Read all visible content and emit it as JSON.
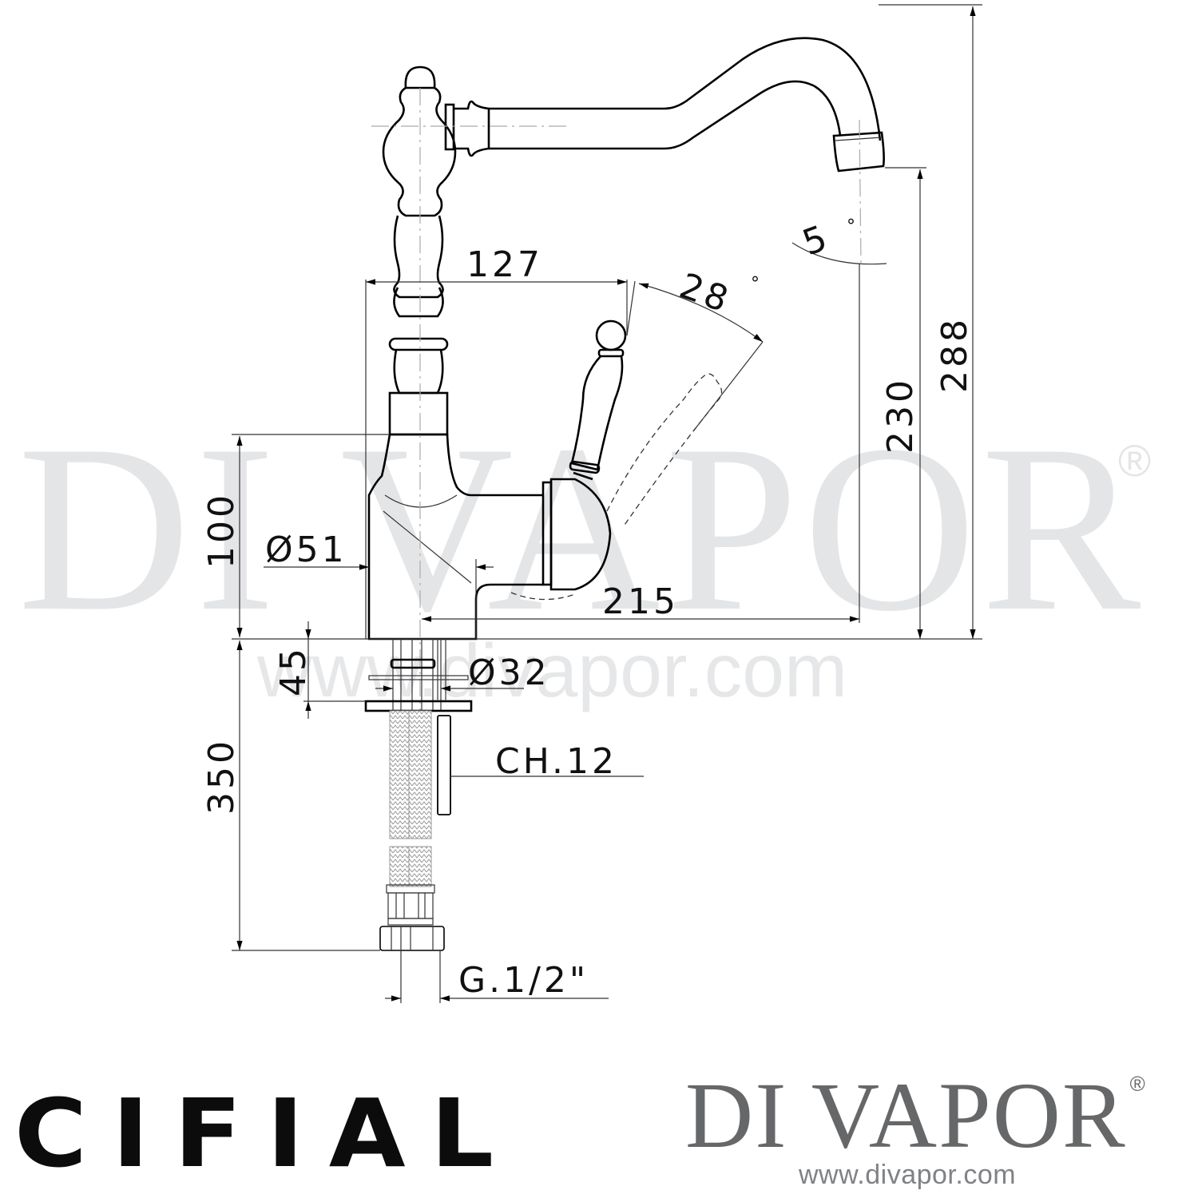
{
  "watermark": {
    "brand": "DI VAPOR",
    "registered": "®",
    "url": "www.divapor.com"
  },
  "drawing": {
    "title": "Single lever sink mixer with swivel spout – technical drawing",
    "units": "mm",
    "dimensions": {
      "spout_reach_from_handle": "127",
      "handle_rotation_angle": "28",
      "spout_tilt_angle": "5",
      "degree_symbol": "°",
      "spout_outlet_height": "230",
      "overall_height": "288",
      "body_height": "100",
      "body_diameter": "Ø51",
      "spout_reach": "215",
      "max_deck_thickness": "45",
      "hole_diameter": "Ø32",
      "flex_hose_length": "350",
      "nut_spanner_size": "CH.12",
      "connection_thread": "G.1/2\""
    }
  },
  "footer": {
    "manufacturer_logo": "CIFIAL",
    "retailer_logo": "DI VAPOR",
    "retailer_registered": "®",
    "retailer_url": "www.divapor.com"
  }
}
